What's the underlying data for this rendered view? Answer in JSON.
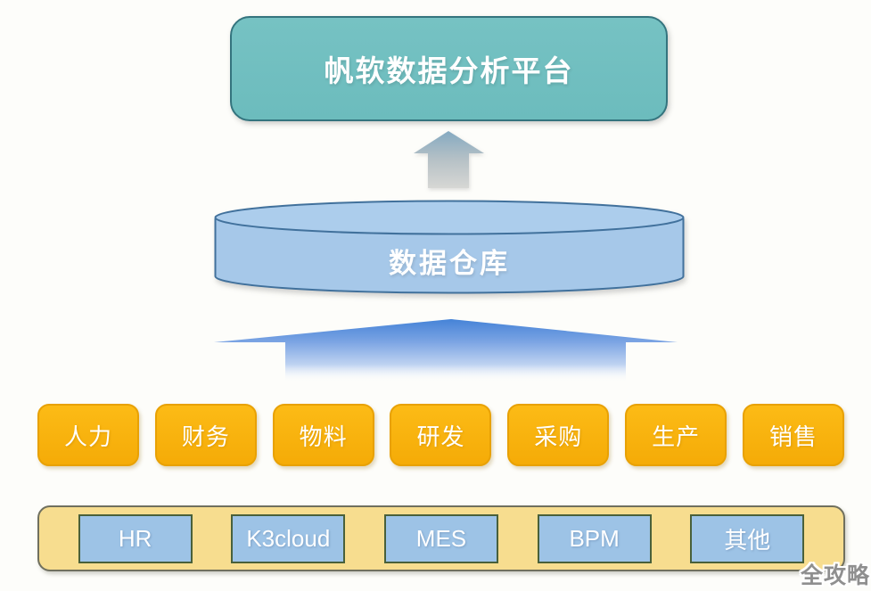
{
  "diagram": {
    "platform": {
      "label": "帆软数据分析平台"
    },
    "warehouse": {
      "label": "数据仓库"
    },
    "departments": [
      "人力",
      "财务",
      "物料",
      "研发",
      "采购",
      "生产",
      "销售"
    ],
    "systems": [
      "HR",
      "K3cloud",
      "MES",
      "BPM",
      "其他"
    ],
    "watermark": "全攻略",
    "colors": {
      "platform_fill": "#6FBFC0",
      "platform_border": "#34747E",
      "warehouse_fill": "#A7C9EA",
      "warehouse_border": "#41719C",
      "department_fill": "#F9B10E",
      "department_border": "#E8A104",
      "panel_fill": "#F7DD8F",
      "panel_border": "#70705E",
      "system_fill": "#9DC3E6",
      "system_border": "#49603A",
      "small_arrow_top": "#83A9C1",
      "small_arrow_bottom": "#D8D8D5",
      "big_arrow_top": "#4583D7",
      "watermark_color": "#8F8F8F"
    }
  }
}
